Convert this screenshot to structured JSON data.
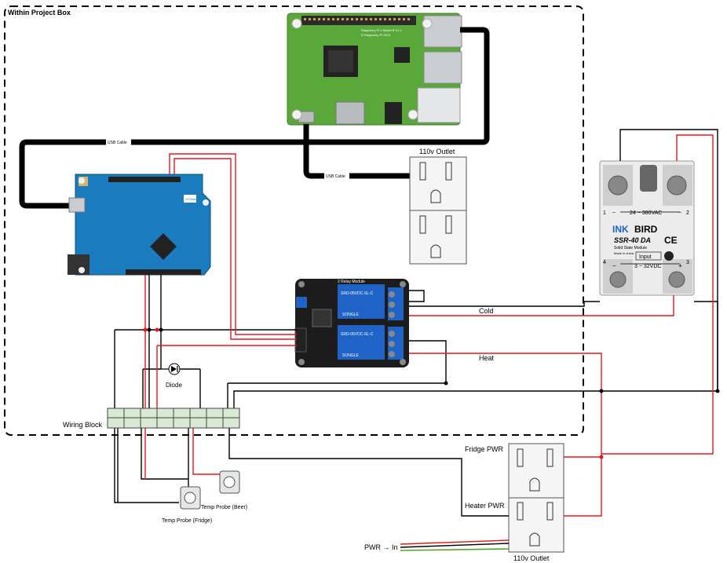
{
  "project_box": {
    "title": "Within Project Box"
  },
  "raspberry_pi": {
    "board_line1": "Raspberry Pi 2 Model B V1.1",
    "board_line2": "© Raspberry Pi 2014"
  },
  "arduino": {
    "chip_text": "LEONARDO"
  },
  "cables": {
    "usb_top": "USB Cable",
    "usb_lower": "USB Cable"
  },
  "outlet_inside": {
    "title": "110v Outlet"
  },
  "relay": {
    "title": "2 Relay Module",
    "relay_text": "SRD-05VDC-SL-C",
    "brand": "SONGLE"
  },
  "ssr": {
    "logo_ink": "INK",
    "logo_bird": "BIRD",
    "model": "SSR-40 DA",
    "subtitle": "Solid State Module",
    "made_in": "Made in china",
    "ac_range": "24 ~ 380VAC",
    "input_label": "Input",
    "dc_range": "3 ~ 32VDC",
    "ce_mark": "CE",
    "term1": "1",
    "term2": "2",
    "term3": "3",
    "term4": "4",
    "tilde_left": "~",
    "tilde_right": "~",
    "minus": "−",
    "plus": "+"
  },
  "wires": {
    "cold": "Cold",
    "heat": "Heat"
  },
  "components": {
    "diode": "Diode",
    "wiring_block": "Wiring Block",
    "temp_probe_beer": "Temp Probe (Beer)",
    "temp_probe_fridge": "Temp Probe (Fridge)"
  },
  "outlet_bottom": {
    "fridge": "Fridge PWR",
    "heater": "Heater PWR",
    "title": "110v Outlet",
    "pwr_in": "PWR → In"
  },
  "colors": {
    "arduino_board": "#1a7bbf",
    "pi_board": "#5aa83a",
    "relay_board": "#1c1c1c",
    "relay_cube": "#1f63c6",
    "wire_red": "#e8161b",
    "wire_black": "#000000",
    "wire_green": "#4ea52e",
    "ssr_body": "#ececec"
  }
}
